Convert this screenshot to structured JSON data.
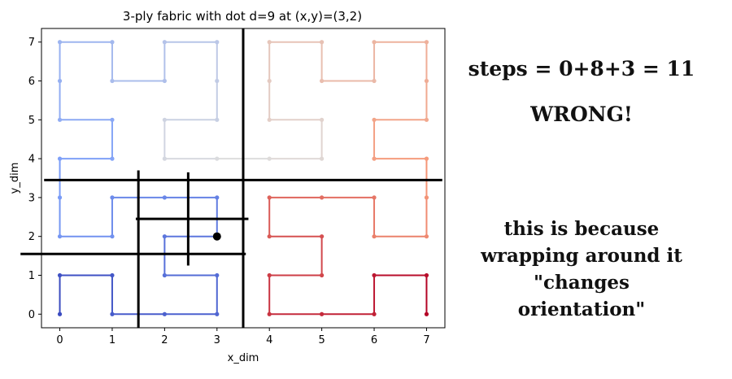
{
  "chart_data": {
    "type": "line",
    "title": "3-ply fabric with dot d=9 at (x,y)=(3,2)",
    "xlabel": "x_dim",
    "ylabel": "y_dim",
    "xlim": [
      -0.35,
      7.35
    ],
    "ylim": [
      -0.35,
      7.35
    ],
    "xticks": [
      0,
      1,
      2,
      3,
      4,
      5,
      6,
      7
    ],
    "yticks": [
      0,
      1,
      2,
      3,
      4,
      5,
      6,
      7
    ],
    "grid": false,
    "path": [
      [
        0,
        0
      ],
      [
        0,
        1
      ],
      [
        1,
        1
      ],
      [
        1,
        0
      ],
      [
        2,
        0
      ],
      [
        3,
        0
      ],
      [
        3,
        1
      ],
      [
        2,
        1
      ],
      [
        2,
        2
      ],
      [
        3,
        2
      ],
      [
        3,
        3
      ],
      [
        2,
        3
      ],
      [
        1,
        3
      ],
      [
        1,
        2
      ],
      [
        0,
        2
      ],
      [
        0,
        3
      ],
      [
        0,
        4
      ],
      [
        1,
        4
      ],
      [
        1,
        5
      ],
      [
        0,
        5
      ],
      [
        0,
        6
      ],
      [
        0,
        7
      ],
      [
        1,
        7
      ],
      [
        1,
        6
      ],
      [
        2,
        6
      ],
      [
        2,
        7
      ],
      [
        3,
        7
      ],
      [
        3,
        6
      ],
      [
        3,
        5
      ],
      [
        2,
        5
      ],
      [
        2,
        4
      ],
      [
        3,
        4
      ],
      [
        4,
        4
      ],
      [
        5,
        4
      ],
      [
        5,
        5
      ],
      [
        4,
        5
      ],
      [
        4,
        6
      ],
      [
        4,
        7
      ],
      [
        5,
        7
      ],
      [
        5,
        6
      ],
      [
        6,
        6
      ],
      [
        6,
        7
      ],
      [
        7,
        7
      ],
      [
        7,
        6
      ],
      [
        7,
        5
      ],
      [
        6,
        5
      ],
      [
        6,
        4
      ],
      [
        7,
        4
      ],
      [
        7,
        3
      ],
      [
        7,
        2
      ],
      [
        6,
        2
      ],
      [
        6,
        3
      ],
      [
        5,
        3
      ],
      [
        4,
        3
      ],
      [
        4,
        2
      ],
      [
        5,
        2
      ],
      [
        5,
        1
      ],
      [
        4,
        1
      ],
      [
        4,
        0
      ],
      [
        5,
        0
      ],
      [
        6,
        0
      ],
      [
        6,
        1
      ],
      [
        7,
        1
      ],
      [
        7,
        0
      ]
    ],
    "colormap": "coolwarm",
    "marked_point": {
      "x": 3,
      "y": 2
    },
    "fold_lines": {
      "vertical": [
        {
          "x": 3.5,
          "y0": -0.35,
          "y1": 7.35
        },
        {
          "x": 1.5,
          "y0": -0.35,
          "y1": 3.7
        },
        {
          "x": 2.45,
          "y0": 1.25,
          "y1": 3.65
        }
      ],
      "horizontal": [
        {
          "y": 3.45,
          "x0": -0.3,
          "x1": 7.3
        },
        {
          "y": 1.55,
          "x0": -0.75,
          "x1": 3.55
        },
        {
          "y": 2.45,
          "x0": 1.45,
          "x1": 3.6
        }
      ]
    }
  },
  "annotations": {
    "steps": "steps = 0+8+3 = 11",
    "verdict": "WRONG!",
    "explanation": "this is because\nwrapping around it\n\"changes\norientation\""
  }
}
